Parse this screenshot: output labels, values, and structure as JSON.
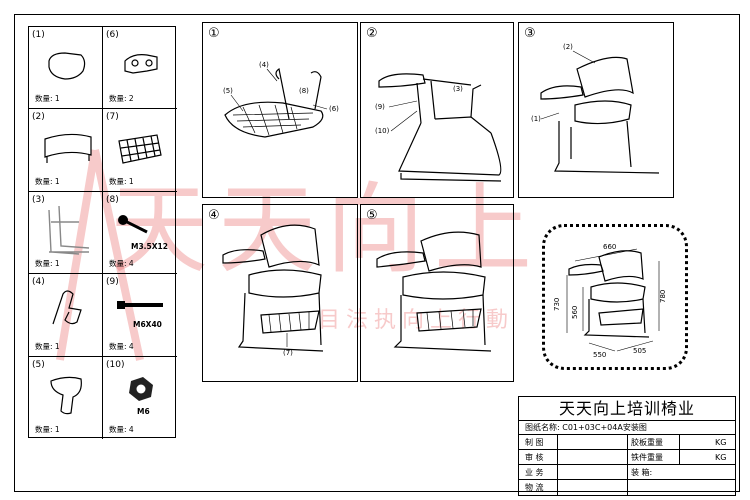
{
  "parts": [
    {
      "num": "(1)",
      "qty": "数量: 1",
      "spec": ""
    },
    {
      "num": "(6)",
      "qty": "数量: 2",
      "spec": ""
    },
    {
      "num": "(2)",
      "qty": "数量: 1",
      "spec": ""
    },
    {
      "num": "(7)",
      "qty": "数量: 1",
      "spec": ""
    },
    {
      "num": "(3)",
      "qty": "数量: 1",
      "spec": ""
    },
    {
      "num": "(8)",
      "qty": "数量: 4",
      "spec": "M3.5X12"
    },
    {
      "num": "(4)",
      "qty": "数量: 1",
      "spec": ""
    },
    {
      "num": "(9)",
      "qty": "数量: 4",
      "spec": "M6X40"
    },
    {
      "num": "(5)",
      "qty": "数量: 1",
      "spec": ""
    },
    {
      "num": "(10)",
      "qty": "数量: 4",
      "spec": "M6"
    }
  ],
  "steps": [
    {
      "num": "①",
      "labels": [
        "(4)",
        "(5)",
        "(8)",
        "(6)"
      ]
    },
    {
      "num": "②",
      "labels": [
        "(3)",
        "(9)",
        "(10)"
      ]
    },
    {
      "num": "③",
      "labels": [
        "(2)",
        "(1)"
      ]
    },
    {
      "num": "④",
      "labels": [
        "(7)"
      ]
    },
    {
      "num": "⑤",
      "labels": []
    }
  ],
  "dimensions": {
    "d660": "660",
    "d730": "730",
    "d560": "560",
    "d780": "780",
    "d550": "550",
    "d505": "505"
  },
  "title_block": {
    "company": "天天向上培训椅业",
    "drawing_name": "图纸名称: C01+03C+04A安装图",
    "rows": [
      {
        "label": "制 图",
        "field": "胶板重量",
        "unit": "KG"
      },
      {
        "label": "审 核",
        "field": "铁件重量",
        "unit": "KG"
      },
      {
        "label": "业 务",
        "field": "装 箱:",
        "unit": ""
      },
      {
        "label": "物 流",
        "field": "",
        "unit": ""
      }
    ]
  },
  "watermark": {
    "main": "天天向上",
    "sub": "目法执向上行動"
  }
}
